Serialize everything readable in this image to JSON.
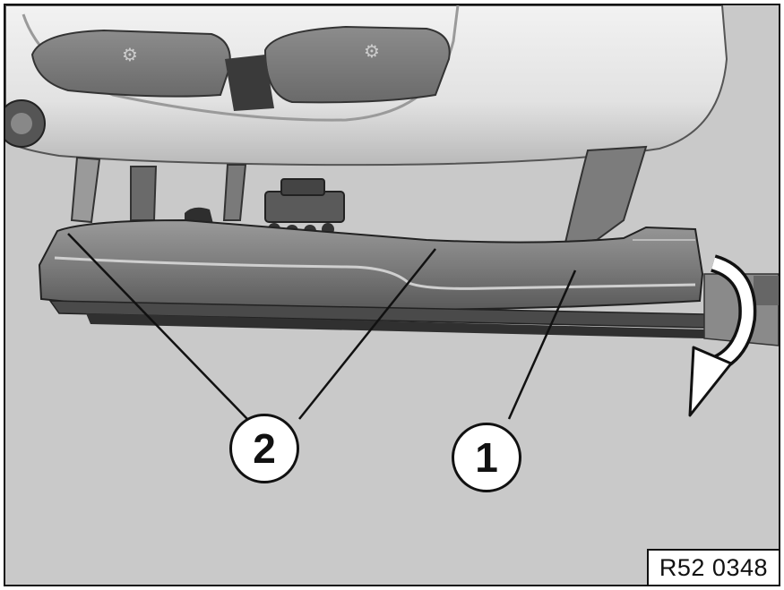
{
  "figure": {
    "reference_code": "R52 0348",
    "callouts": [
      {
        "id": "1",
        "label": "1"
      },
      {
        "id": "2",
        "label": "2"
      }
    ],
    "rotation_arrow": "curved-arrow-icon"
  },
  "colors": {
    "background": "#c9c9c9",
    "seat_shell": "#e6e6e6",
    "rail": "#7a7a7a",
    "line": "#111111"
  }
}
